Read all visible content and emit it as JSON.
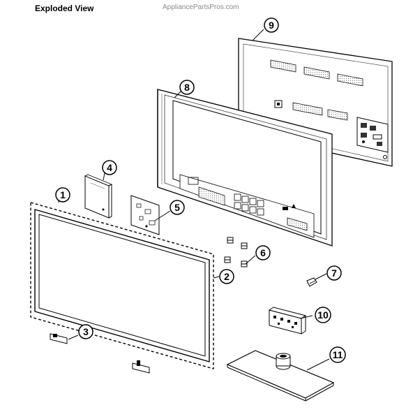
{
  "header": {
    "title": "Exploded View",
    "watermark": "AppliancePartsPros.com"
  },
  "callouts": [
    "1",
    "2",
    "3",
    "4",
    "5",
    "6",
    "7",
    "8",
    "9",
    "10",
    "11"
  ]
}
